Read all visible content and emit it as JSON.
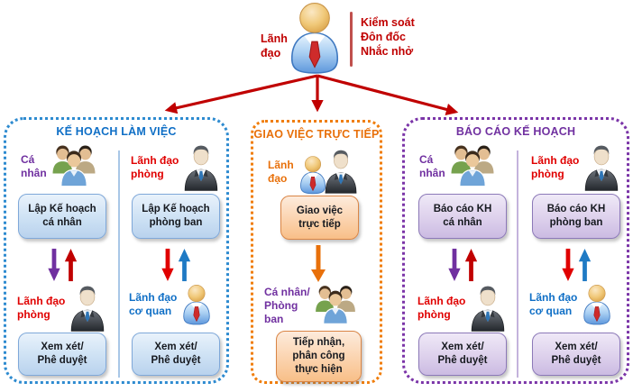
{
  "top": {
    "leader_label": "Lãnh\nđạo",
    "control_text": "Kiểm soát\nĐôn đốc\nNhắc nhở"
  },
  "left_group": {
    "title": "KẾ HOẠCH LÀM VIỆC",
    "col1_role1": "Cá\nnhân",
    "col1_box1": "Lập Kế hoạch\ncá nhân",
    "col1_role2": "Lãnh đạo\nphòng",
    "col1_box2": "Xem xét/\nPhê duyệt",
    "col2_role1": "Lãnh đạo\nphòng",
    "col2_box1": "Lập Kế hoạch\nphòng ban",
    "col2_role2": "Lãnh đạo\ncơ quan",
    "col2_box2": "Xem xét/\nPhê duyệt"
  },
  "middle_group": {
    "title": "GIAO VIỆC TRỰC TIẾP",
    "role1": "Lãnh\nđạo",
    "box1": "Giao việc\ntrực tiếp",
    "role2": "Cá nhân/\nPhòng\nban",
    "box2": "Tiếp nhận,\nphân công\nthực hiện"
  },
  "right_group": {
    "title": "BÁO CÁO KẾ HOẠCH",
    "col1_role1": "Cá\nnhân",
    "col1_box1": "Báo cáo KH\ncá nhân",
    "col1_role2": "Lãnh đạo\nphòng",
    "col1_box2": "Xem xét/\nPhê duyệt",
    "col2_role1": "Lãnh đạo\nphòng",
    "col2_box1": "Báo cáo KH\nphòng ban",
    "col2_role2": "Lãnh đạo\ncơ quan",
    "col2_box2": "Xem xét/\nPhê duyệt"
  },
  "colors": {
    "red_arrow": "#C00000",
    "bright_red_text": "#E00000",
    "blue_text": "#0F6FC6",
    "purple_text": "#7030A0",
    "orange_text": "#E8700A",
    "left_border": "#2E8BD0",
    "middle_border": "#F07D0A",
    "right_border": "#7B35A8",
    "blue_box_border": "#7FA8D9",
    "purple_box_border": "#8C79B8",
    "orange_box_border": "#D98546"
  }
}
